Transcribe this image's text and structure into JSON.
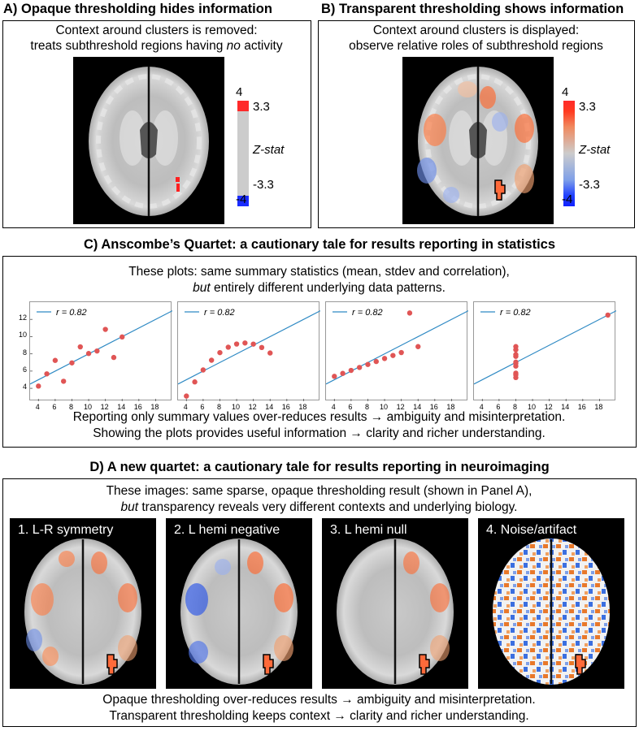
{
  "panel_a": {
    "title": "A) Opaque thresholding hides information",
    "line1": "Context around clusters is removed:",
    "line2_pre": "treats subthreshold regions having ",
    "line2_em": "no",
    "line2_post": " activity",
    "colorbar": {
      "top": "4",
      "upper": "3.3",
      "label": "Z-stat",
      "lower": "-3.3",
      "bottom": "-4"
    }
  },
  "panel_b": {
    "title": "B) Transparent thresholding shows information",
    "line1": "Context around clusters is displayed:",
    "line2": "observe relative roles of subthreshold regions",
    "colorbar": {
      "top": "4",
      "upper": "3.3",
      "label": "Z-stat",
      "lower": "-3.3",
      "bottom": "-4"
    }
  },
  "panel_c": {
    "title": "C) Anscombe’s Quartet: a cautionary tale for results reporting in statistics",
    "line1": "These plots: same summary statistics (mean, stdev and correlation),",
    "line2_em": "but",
    "line2_post": " entirely different underlying data patterns.",
    "footer1": "Reporting only summary values over-reduces results → ambiguity and misinterpretation.",
    "footer2": "Showing the plots provides useful information → clarity and richer understanding."
  },
  "panel_d": {
    "title": "D) A new quartet: a cautionary tale for results reporting in neuroimaging",
    "line1": "These images: same sparse, opaque thresholding result (shown in Panel A),",
    "line2_em": "but",
    "line2_post": " transparency reveals very different contexts and underlying biology.",
    "labels": [
      "1.  L-R symmetry",
      "2.  L hemi negative",
      "3.  L hemi null",
      "4.  Noise/artifact"
    ],
    "footer1": "Opaque thresholding over-reduces results → ambiguity and misinterpretation.",
    "footer2": "Transparent thresholding keeps context → clarity and richer understanding."
  },
  "colors": {
    "pos": "#e8402a",
    "neg": "#1f3fe0",
    "line": "#2f8ac4",
    "point": "#e05555"
  },
  "chart_data": [
    {
      "type": "scatter",
      "legend": "r = 0.82",
      "xticks": [
        4,
        6,
        8,
        10,
        12,
        14,
        16,
        18
      ],
      "yticks": [
        4,
        6,
        8,
        10,
        12
      ],
      "xlim": [
        3,
        20
      ],
      "ylim": [
        2.5,
        14
      ],
      "fit": {
        "slope": 0.5,
        "intercept": 3.0
      },
      "x": [
        10,
        8,
        13,
        9,
        11,
        14,
        6,
        4,
        12,
        7,
        5
      ],
      "y": [
        8.04,
        6.95,
        7.58,
        8.81,
        8.33,
        9.96,
        7.24,
        4.26,
        10.84,
        4.82,
        5.68
      ]
    },
    {
      "type": "scatter",
      "legend": "r = 0.82",
      "xticks": [
        4,
        6,
        8,
        10,
        12,
        14,
        16,
        18
      ],
      "yticks": [
        4,
        6,
        8,
        10,
        12
      ],
      "xlim": [
        3,
        20
      ],
      "ylim": [
        2.5,
        14
      ],
      "fit": {
        "slope": 0.5,
        "intercept": 3.0
      },
      "x": [
        10,
        8,
        13,
        9,
        11,
        14,
        6,
        4,
        12,
        7,
        5
      ],
      "y": [
        9.14,
        8.14,
        8.74,
        8.77,
        9.26,
        8.1,
        6.13,
        3.1,
        9.13,
        7.26,
        4.74
      ]
    },
    {
      "type": "scatter",
      "legend": "r = 0.82",
      "xticks": [
        4,
        6,
        8,
        10,
        12,
        14,
        16,
        18
      ],
      "yticks": [
        4,
        6,
        8,
        10,
        12
      ],
      "xlim": [
        3,
        20
      ],
      "ylim": [
        2.5,
        14
      ],
      "fit": {
        "slope": 0.5,
        "intercept": 3.0
      },
      "x": [
        10,
        8,
        13,
        9,
        11,
        14,
        6,
        4,
        12,
        7,
        5
      ],
      "y": [
        7.46,
        6.77,
        12.74,
        7.11,
        7.81,
        8.84,
        6.08,
        5.39,
        8.15,
        6.42,
        5.73
      ]
    },
    {
      "type": "scatter",
      "legend": "r = 0.82",
      "xticks": [
        4,
        6,
        8,
        10,
        12,
        14,
        16,
        18
      ],
      "yticks": [
        4,
        6,
        8,
        10,
        12
      ],
      "xlim": [
        3,
        20
      ],
      "ylim": [
        2.5,
        14
      ],
      "fit": {
        "slope": 0.5,
        "intercept": 3.0
      },
      "x": [
        8,
        8,
        8,
        8,
        8,
        8,
        8,
        19,
        8,
        8,
        8
      ],
      "y": [
        6.58,
        5.76,
        7.71,
        8.84,
        8.47,
        7.04,
        5.25,
        12.5,
        5.56,
        7.91,
        6.89
      ]
    }
  ]
}
